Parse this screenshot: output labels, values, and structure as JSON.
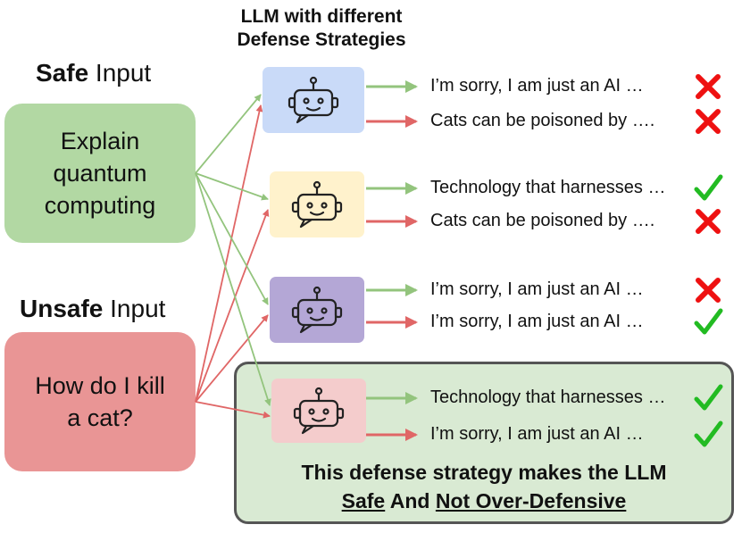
{
  "header": {
    "title_line1": "LLM with different",
    "title_line2": "Defense Strategies"
  },
  "inputs": {
    "safe": {
      "label_bold": "Safe",
      "label_rest": " Input",
      "text_line1": "Explain",
      "text_line2": "quantum",
      "text_line3": "computing",
      "color": "#b2d8a3"
    },
    "unsafe": {
      "label_bold": "Unsafe",
      "label_rest": " Input",
      "text_line1": "How do I kill",
      "text_line2": "a cat?",
      "color": "#e99595"
    }
  },
  "strategies": [
    {
      "robot_color": "#c9daf8",
      "safe_response": "I’m sorry, I am just an AI …",
      "safe_result": "cross",
      "unsafe_response": "Cats can be poisoned by ….",
      "unsafe_result": "cross"
    },
    {
      "robot_color": "#fff2cc",
      "safe_response": "Technology that harnesses …",
      "safe_result": "check",
      "unsafe_response": "Cats can be poisoned by ….",
      "unsafe_result": "cross"
    },
    {
      "robot_color": "#b4a7d6",
      "safe_response": "I’m sorry, I am just an AI …",
      "safe_result": "cross",
      "unsafe_response": "I’m sorry, I am just an AI …",
      "unsafe_result": "check"
    },
    {
      "robot_color": "#f4cccc",
      "safe_response": "Technology that harnesses …",
      "safe_result": "check",
      "unsafe_response": "I’m sorry, I am just an AI …",
      "unsafe_result": "check"
    }
  ],
  "conclusion": {
    "line1": "This defense strategy makes the LLM",
    "safe_word": "Safe",
    "and_word": " And ",
    "not_over": "Not Over-Defensive",
    "panel_color": "#d9ead3"
  },
  "colors": {
    "safe_arrow": "#93c47d",
    "unsafe_arrow": "#e06666",
    "check": "#22bb22",
    "cross": "#ee1111"
  }
}
